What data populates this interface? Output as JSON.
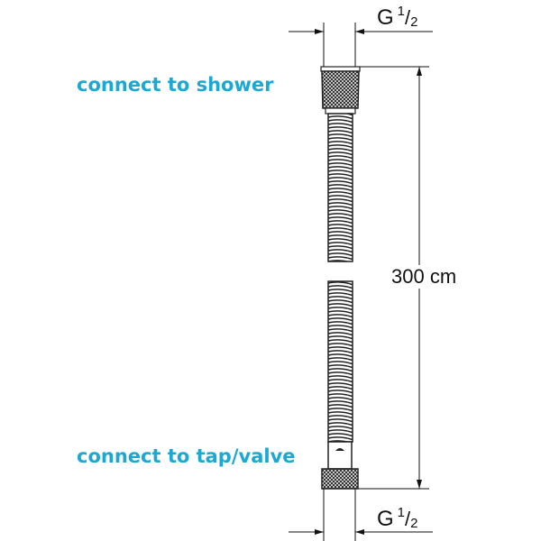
{
  "labels": {
    "top": "connect to shower",
    "bottom": "connect to tap/valve"
  },
  "dimensions": {
    "length": "300 cm",
    "thread_top": {
      "letter": "G",
      "numerator": "1",
      "slash": "/",
      "denominator": "2"
    },
    "thread_bottom": {
      "letter": "G",
      "numerator": "1",
      "slash": "/",
      "denominator": "2"
    }
  },
  "colors": {
    "label": "#1ba8d5",
    "line": "#111111"
  }
}
